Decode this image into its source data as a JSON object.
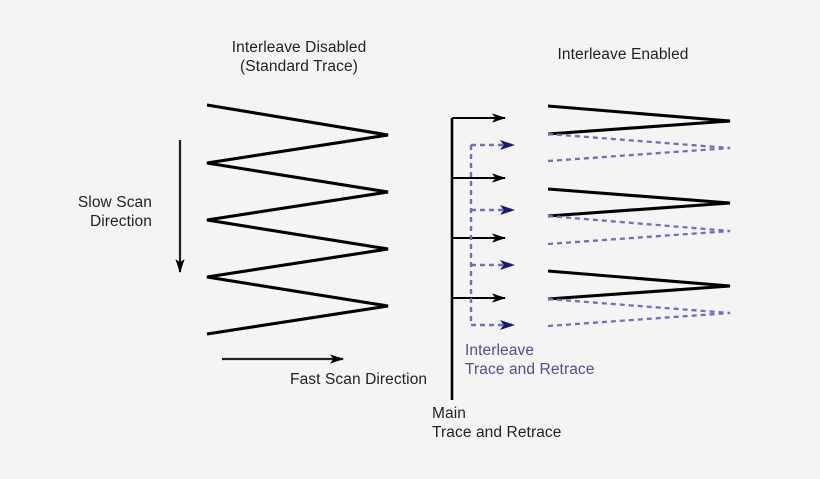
{
  "diagram": {
    "title_left": "Interleave Disabled\n(Standard Trace)",
    "title_right": "Interleave Enabled",
    "slow_scan_label": "Slow Scan\nDirection",
    "fast_scan_label": "Fast Scan Direction",
    "main_legend_label": "Main\nTrace and Retrace",
    "interleave_legend_label": "Interleave\nTrace and Retrace",
    "background_color": "#f4f4f4",
    "trace_color": "#000000",
    "interleave_line_color": "#6f6fc0",
    "interleave_arrow_color": "#1b1b6b",
    "interleave_text_color": "#4e4e91",
    "text_color": "#231f20"
  },
  "chart_data": {
    "type": "line",
    "title": "Interleave Disabled vs Interleave Enabled scan trace patterns",
    "panels": [
      {
        "name": "interleave-disabled",
        "title": "Interleave Disabled (Standard Trace)",
        "x_left": 207,
        "x_right": 388,
        "series": [
          {
            "name": "main-trace-zigzag",
            "color": "#000000",
            "style": "solid",
            "points": [
              [
                207,
                105
              ],
              [
                388,
                135
              ],
              [
                207,
                163
              ],
              [
                388,
                192
              ],
              [
                207,
                220
              ],
              [
                388,
                249
              ],
              [
                207,
                277
              ],
              [
                388,
                306
              ],
              [
                207,
                334
              ]
            ]
          }
        ],
        "annotations": [
          {
            "name": "slow-scan-arrow",
            "label": "Slow Scan Direction",
            "from": [
              180,
              140
            ],
            "to": [
              180,
              277
            ],
            "direction": "down"
          },
          {
            "name": "fast-scan-arrow",
            "label": "Fast Scan Direction",
            "from": [
              222,
              359
            ],
            "to": [
              348,
              359
            ],
            "direction": "right"
          }
        ]
      },
      {
        "name": "interleave-enabled",
        "title": "Interleave Enabled",
        "x_left": 548,
        "x_right": 730,
        "series": [
          {
            "name": "main-trace-zigzag",
            "color": "#000000",
            "style": "solid",
            "points": [
              [
                548,
                106
              ],
              [
                730,
                121
              ],
              [
                548,
                134
              ],
              [
                548,
                189
              ],
              [
                730,
                203
              ],
              [
                548,
                216
              ],
              [
                548,
                271
              ],
              [
                730,
                286
              ],
              [
                548,
                299
              ]
            ],
            "segments": [
              [
                [
                  548,
                  106
                ],
                [
                  730,
                  121
                ],
                [
                  548,
                  134
                ]
              ],
              [
                [
                  548,
                  189
                ],
                [
                  730,
                  203
                ],
                [
                  548,
                  216
                ]
              ],
              [
                [
                  548,
                  271
                ],
                [
                  730,
                  286
                ],
                [
                  548,
                  299
                ]
              ]
            ]
          },
          {
            "name": "interleave-trace-zigzag",
            "color": "#6f6fc0",
            "style": "dashed",
            "segments": [
              [
                [
                  548,
                  134
                ],
                [
                  730,
                  148
                ],
                [
                  548,
                  161
                ]
              ],
              [
                [
                  548,
                  216
                ],
                [
                  730,
                  231
                ],
                [
                  548,
                  244
                ]
              ],
              [
                [
                  548,
                  299
                ],
                [
                  730,
                  313
                ],
                [
                  548,
                  326
                ]
              ]
            ]
          }
        ]
      }
    ],
    "legend": {
      "name": "trace-legend",
      "items": [
        {
          "label": "Main\nTrace and Retrace",
          "color": "#000000",
          "style": "solid",
          "bracket_x": 452,
          "bracket_top": 118,
          "bracket_bottom": 400,
          "arrow_y": [
            118,
            178,
            238,
            298
          ],
          "arrow_end_x": 512
        },
        {
          "label": "Interleave\nTrace and Retrace",
          "color": "#6f6fc0",
          "style": "dashed",
          "bracket_x": 471,
          "bracket_top": 145,
          "bracket_bottom": 325,
          "arrow_y": [
            145,
            210,
            265,
            325
          ],
          "arrow_end_x": 522
        }
      ]
    }
  }
}
